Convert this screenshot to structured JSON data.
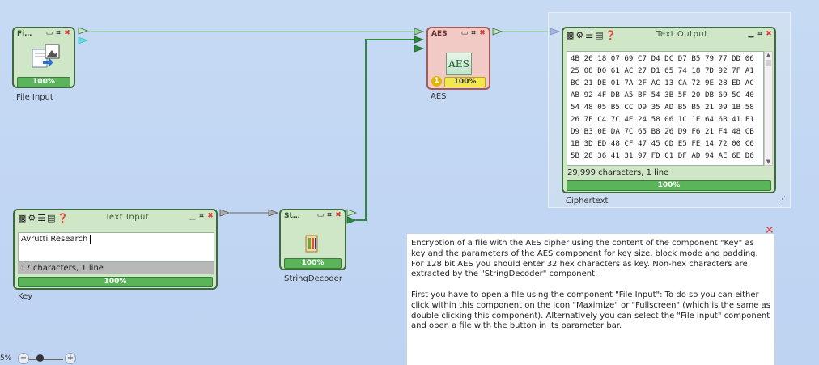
{
  "file_input": {
    "title_short": "Fi…",
    "progress": "100%",
    "label": "File Input",
    "icons": [
      "document-image-icon",
      "maximize-icon",
      "fullscreen-icon",
      "close-icon"
    ]
  },
  "aes": {
    "title_short": "AES",
    "icon_text": "AES",
    "badge": "1",
    "progress": "100%",
    "label": "AES"
  },
  "text_output": {
    "title": "Text Output",
    "lines": [
      "4B 26 18 07 69 C7 D4 DC D7 B5 79 77 DD 06",
      "25 08 D0 61 AC 27 D1 65 74 18 7D 92 7F A1",
      "BC 21 DE 01 7A 2F AC 13 CA 72 9E 28 ED AC",
      "AB 92 4F DB A5 BF 54 3B 5F 20 DB 69 5C 40",
      "54 48 05 B5 CC D9 35 AD B5 B5 21 09 1B 58",
      "26 7E C4 7C 4E 24 58 06 1C 1E 64 6B 41 F1",
      "D9 B3 0E DA 7C 65 B8 26 D9 F6 21 F4 48 CB",
      "1B 3D ED 48 CF 47 45 CD E5 FE 14 72 00 C6",
      "5B 28 36 41 31 97 FD C1 DF AD 94 AE 6E D6"
    ],
    "status": "29,999 characters,  1 line",
    "progress": "100%",
    "label": "Ciphertext"
  },
  "text_input": {
    "title": "Text Input",
    "value": "Avrutti Research ",
    "status": "17 characters,  1 line",
    "progress": "100%",
    "label": "Key"
  },
  "string_decoder": {
    "title_short": "St…",
    "progress": "100%",
    "label": "StringDecoder"
  },
  "help": {
    "paragraph1": "Encryption of a file with the AES cipher using the content of the component \"Key\" as key and the parameters of the AES component for key size, block mode and padding. For 128 bit AES you should enter 32 hex characters as key. Non-hex characters are extracted by the \"StringDecoder\" component.",
    "paragraph2": "First you have to open a file using the component \"File Input\": To do so you can either click within this component on the icon \"Maximize\" or \"Fullscreen\" (which is the same as double clicking this component). Alternatively you can select the \"File Input\" component and open a file with the button in its parameter bar.",
    "close": "✕"
  },
  "zoom": {
    "percent": "5%",
    "minus": "−",
    "plus": "+"
  },
  "colors": {
    "canvas": "#c6daf4",
    "component_green": "#cfe7c6",
    "component_red": "#f1c9c5",
    "progress": "#5ab55a",
    "close_red": "#e04646"
  }
}
